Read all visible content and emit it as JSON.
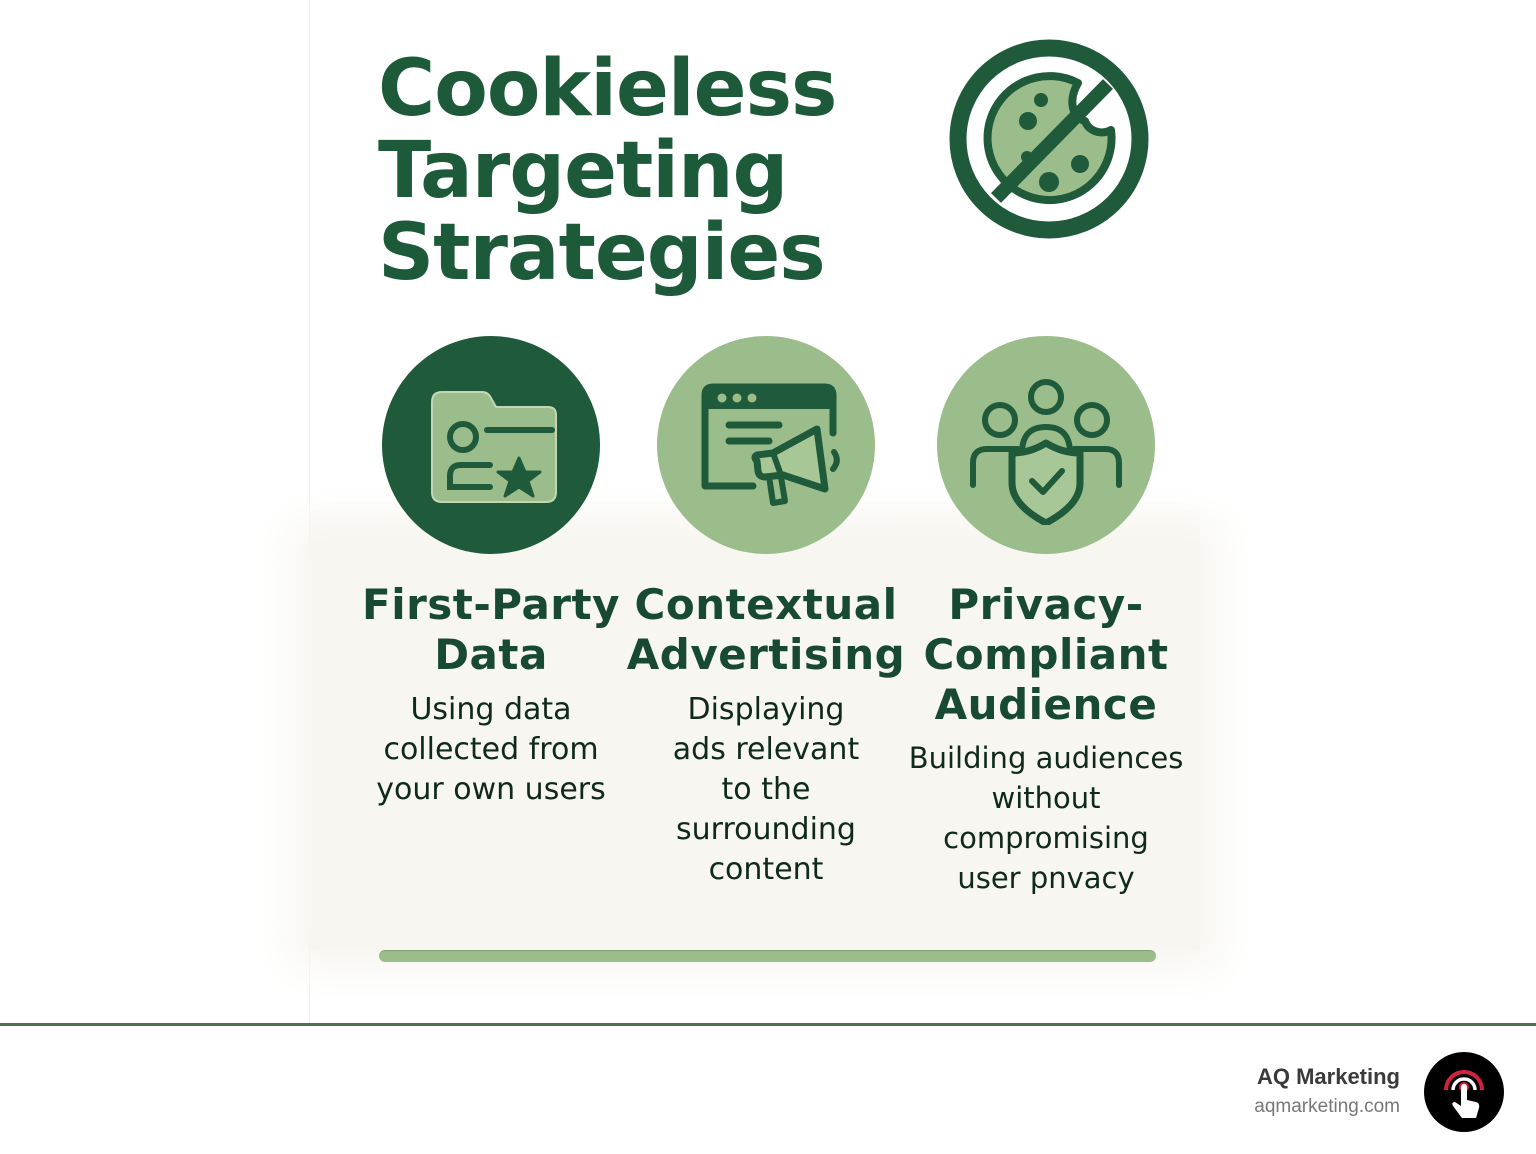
{
  "header": {
    "title_lines": [
      "Cookieless",
      "Targeting",
      "Strategies"
    ],
    "hero_icon": "no-cookie-icon"
  },
  "strategies": [
    {
      "icon": "user-folder-star-icon",
      "icon_style": "dark",
      "title_lines": [
        "First-Party",
        "Data"
      ],
      "description_lines": [
        "Using data",
        "collected from",
        "your own users"
      ]
    },
    {
      "icon": "browser-megaphone-icon",
      "icon_style": "light",
      "title_lines": [
        "Contextual",
        "Advertising"
      ],
      "description_lines": [
        "Displaying",
        "ads relevant",
        "to the",
        "surrounding",
        "content"
      ]
    },
    {
      "icon": "group-shield-check-icon",
      "icon_style": "light",
      "title_lines": [
        "Privacy-",
        "Compliant",
        "Audience"
      ],
      "description_lines": [
        "Building audiences",
        "without",
        "compromising",
        "user pnvacy"
      ]
    }
  ],
  "footer": {
    "brand_name": "AQ Marketing",
    "brand_url": "aqmarketing.com",
    "logo_icon": "tap-pointer-icon"
  },
  "colors": {
    "dark_green": "#1f5a3b",
    "light_green": "#9bbd8b",
    "panel_bg": "#f7f6f0",
    "footer_line": "#4a7150",
    "logo_red": "#d4213d"
  }
}
